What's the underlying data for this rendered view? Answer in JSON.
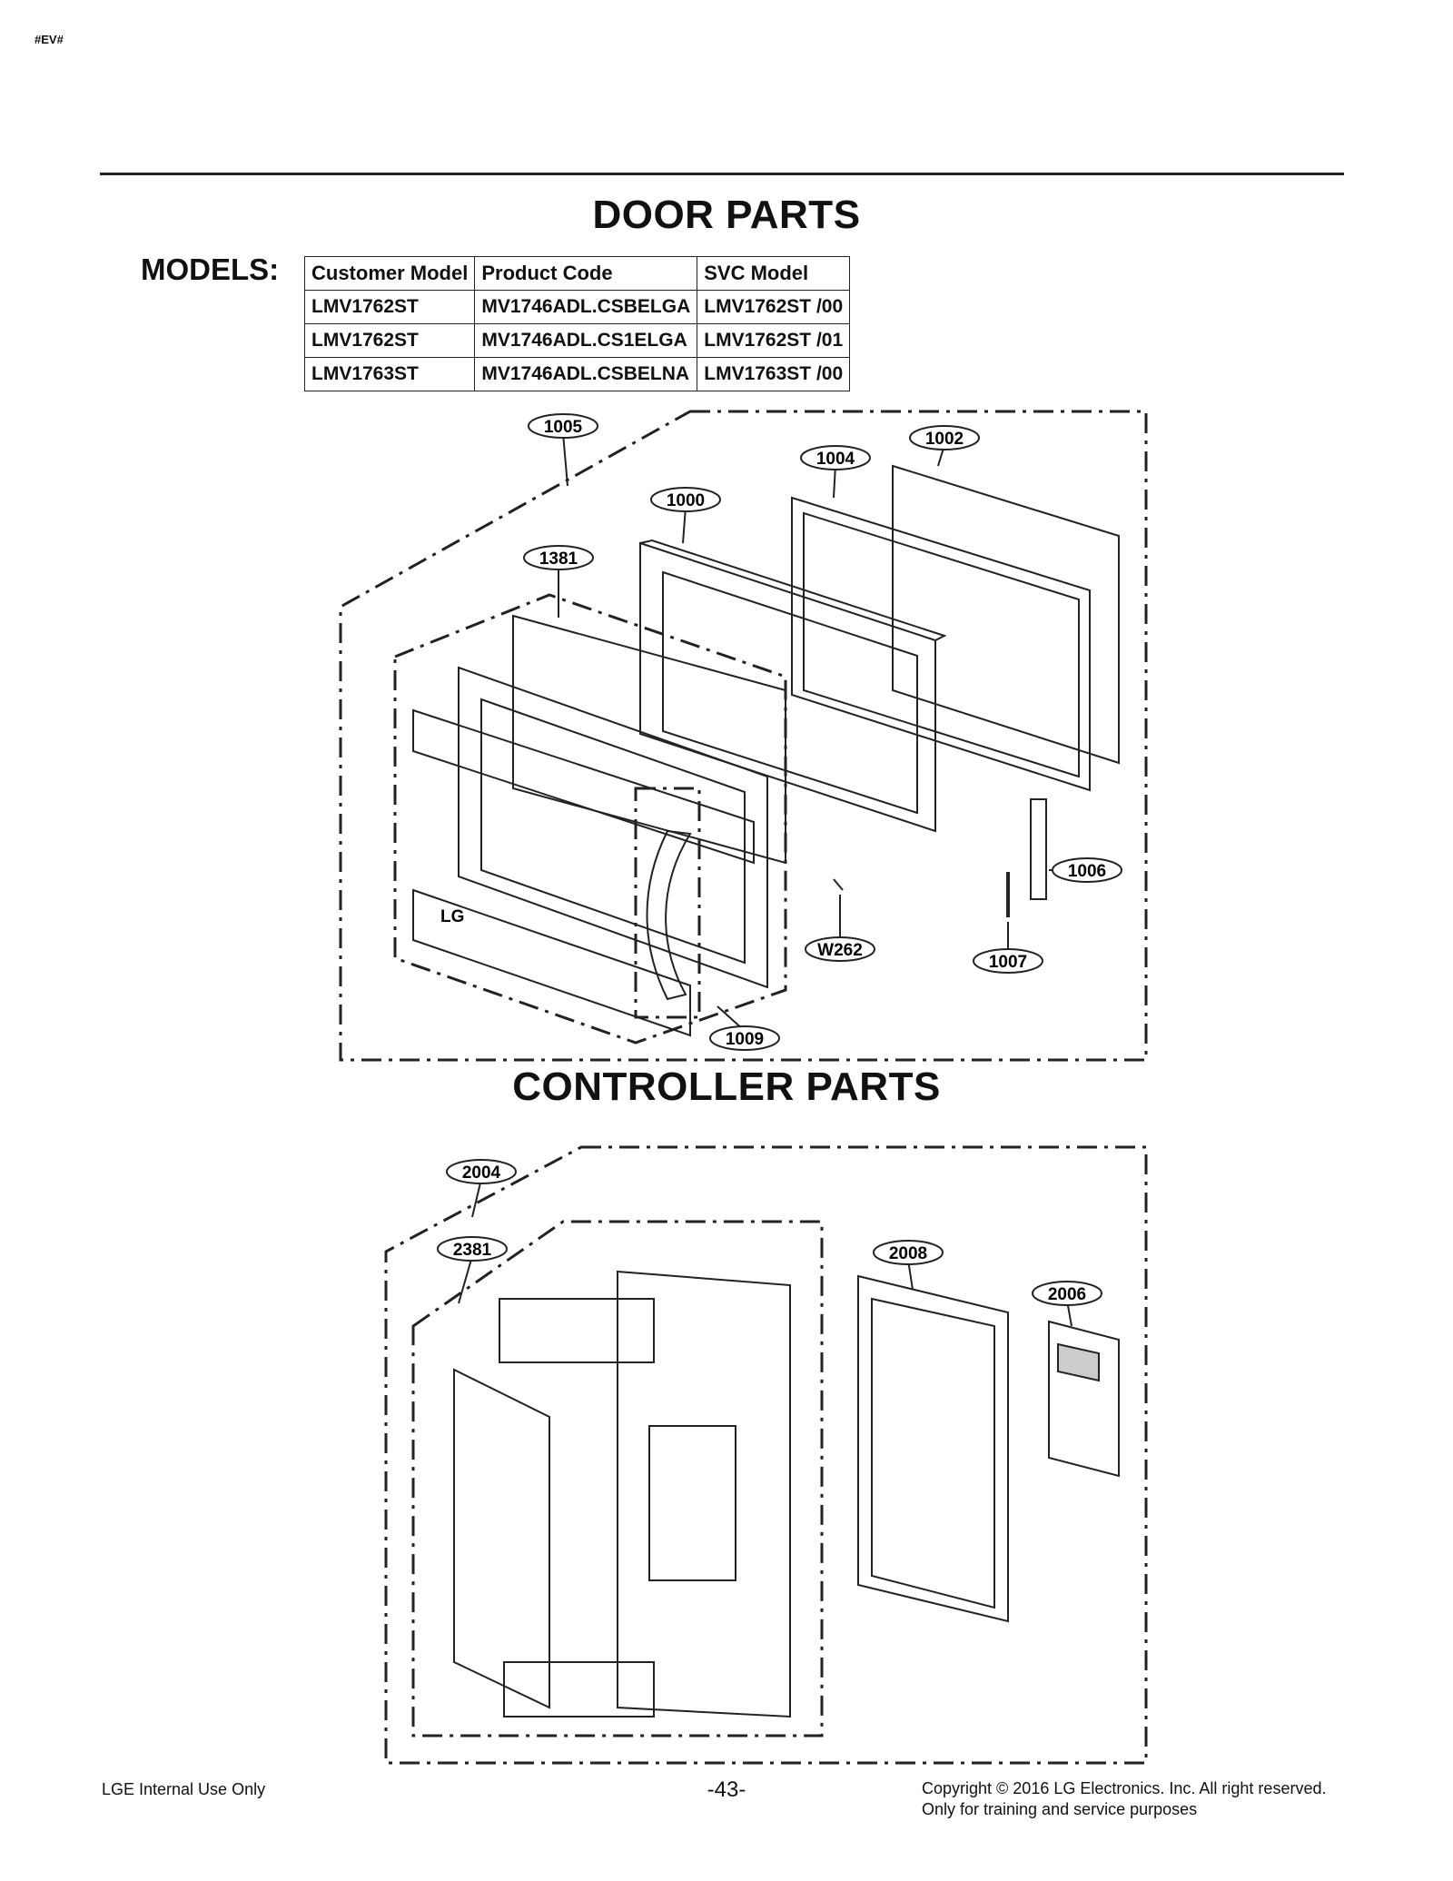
{
  "doc_tag": "#EV#",
  "door_title": "DOOR PARTS",
  "controller_title": "CONTROLLER PARTS",
  "models_label": "MODELS:",
  "models_table": {
    "headers": [
      "Customer Model",
      "Product Code",
      "SVC Model"
    ],
    "rows": [
      [
        "LMV1762ST",
        "MV1746ADL.CSBELGA",
        "LMV1762ST /00"
      ],
      [
        "LMV1762ST",
        "MV1746ADL.CS1ELGA",
        "LMV1762ST /01"
      ],
      [
        "LMV1763ST",
        "MV1746ADL.CSBELNA",
        "LMV1763ST /00"
      ]
    ]
  },
  "door_callouts": [
    "1005",
    "1004",
    "1002",
    "1000",
    "1381",
    "1006",
    "W262",
    "1007",
    "1009"
  ],
  "controller_callouts": [
    "2004",
    "2381",
    "2008",
    "2006"
  ],
  "logo_text": "LG",
  "footer": {
    "left": "LGE Internal Use Only",
    "page": "-43-",
    "copyright": "Copyright © 2016 LG Electronics. Inc. All right reserved.",
    "note": "Only for training and service purposes"
  }
}
